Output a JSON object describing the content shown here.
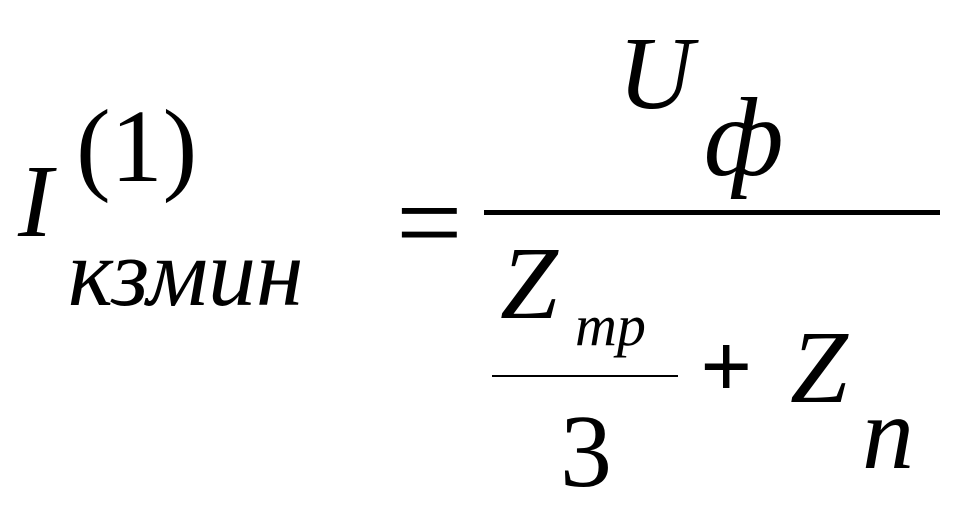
{
  "formula": {
    "lhs": {
      "symbol": "I",
      "superscript": "(1)",
      "subscript": "кзмин"
    },
    "equals": "=",
    "numerator": {
      "symbol": "U",
      "subscript": "ф"
    },
    "denominator": {
      "term1": {
        "symbol": "Z",
        "subscript": "тр",
        "divisor": "3"
      },
      "operator": "+",
      "term2": {
        "symbol": "Z",
        "subscript": "п"
      }
    }
  }
}
